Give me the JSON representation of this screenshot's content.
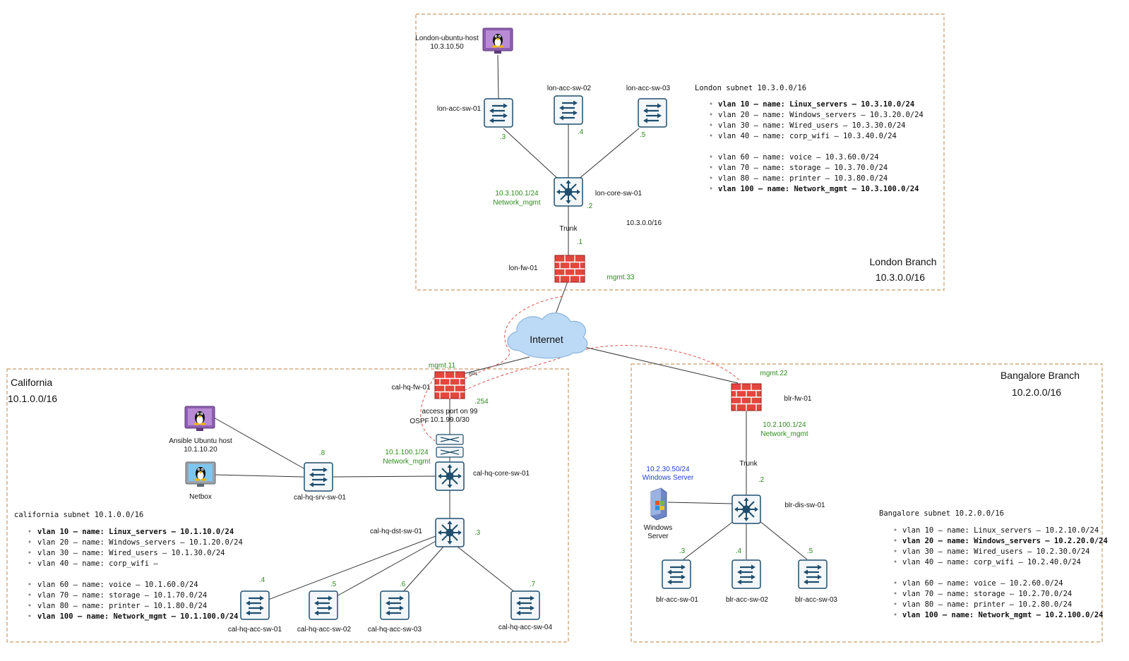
{
  "internet": {
    "label": "Internet"
  },
  "regions": {
    "london": {
      "title": "London Branch",
      "subnet": "10.3.0.0/16"
    },
    "california": {
      "title": "California",
      "subnet": "10.1.0.0/16"
    },
    "bangalore": {
      "title": "Bangalore Branch",
      "subnet": "10.2.0.0/16"
    }
  },
  "london": {
    "host_name": "London-ubuntu-host",
    "host_ip": "10.3.10.50",
    "acc1": "lon-acc-sw-01",
    "acc2": "lon-acc-sw-02",
    "acc3": "lon-acc-sw-03",
    "acc1_ip": ".3",
    "acc2_ip": ".4",
    "acc3_ip": ".5",
    "core": "lon-core-sw-01",
    "core_ip": ".2",
    "mgmt_ip": "10.3.100.1/24",
    "mgmt_name": "Network_mgmt",
    "trunk": "Trunk",
    "fw_ip": ".1",
    "subnet_label": "10.3.0.0/16",
    "fw": "lon-fw-01",
    "fw_mgmt": "mgmt.33",
    "vlan_title": "London subnet 10.3.0.0/16",
    "vlans": [
      {
        "text": "vlan 10 – name: Linux_servers – 10.3.10.0/24",
        "bold": true
      },
      {
        "text": "vlan 20 – name: Windows_servers – 10.3.20.0/24",
        "bold": false
      },
      {
        "text": "vlan 30 – name: Wired_users – 10.3.30.0/24",
        "bold": false
      },
      {
        "text": "vlan 40 – name: corp_wifi – 10.3.40.0/24",
        "bold": false
      },
      {
        "text": "vlan 60 – name: voice – 10.3.60.0/24",
        "bold": false
      },
      {
        "text": "vlan 70 – name: storage – 10.3.70.0/24",
        "bold": false
      },
      {
        "text": "vlan 80 – name: printer – 10.3.80.0/24",
        "bold": false
      },
      {
        "text": "vlan 100 – name: Network_mgmt – 10.3.100.0/24",
        "bold": true
      }
    ]
  },
  "california": {
    "fw_mgmt": "mgmt.11",
    "fw": "cal-hq-fw-01",
    "isp": "ISP1",
    "fw_ip": ".254",
    "access_port": "access port on 99",
    "access_subnet": "10.1.99.0/30",
    "ospf": "OSPF",
    "mgmt_ip": "10.1.100.1/24",
    "mgmt_name": "Network_mgmt",
    "core": "cal-hq-core-sw-01",
    "srv": "cal-hq-srv-sw-01",
    "srv_ip": ".8",
    "ansible_name": "Ansible Ubuntu host",
    "ansible_ip": "10.1.10.20",
    "netbox": "Netbox",
    "dst": "cal-hq-dst-sw-01",
    "dst_ip": ".3",
    "acc1": "cal-hq-acc-sw-01",
    "acc2": "cal-hq-acc-sw-02",
    "acc3": "cal-hq-acc-sw-03",
    "acc4": "cal-hq-acc-sw-04",
    "acc1_ip": ".4",
    "acc2_ip": ".5",
    "acc3_ip": ".6",
    "acc4_ip": ".7",
    "vlan_title": "california subnet 10.1.0.0/16",
    "vlans": [
      {
        "text": "vlan 10 – name: Linux_servers – 10.1.10.0/24",
        "bold": true
      },
      {
        "text": "vlan 20 – name: Windows_servers – 10.1.20.0/24",
        "bold": false
      },
      {
        "text": "vlan 30 – name: Wired_users – 10.1.30.0/24",
        "bold": false
      },
      {
        "text": "vlan 40 – name: corp_wifi –",
        "bold": false
      },
      {
        "text": "vlan 60 – name: voice – 10.1.60.0/24",
        "bold": false
      },
      {
        "text": "vlan 70 – name: storage – 10.1.70.0/24",
        "bold": false
      },
      {
        "text": "vlan 80 – name: printer – 10.1.80.0/24",
        "bold": false
      },
      {
        "text": "vlan 100 – name: Network_mgmt – 10.1.100.0/24",
        "bold": true
      }
    ]
  },
  "bangalore": {
    "fw_mgmt": "mgmt.22",
    "fw": "blr-fw-01",
    "mgmt_ip": "10.2.100.1/24",
    "mgmt_name": "Network_mgmt",
    "trunk": "Trunk",
    "dis_ip": ".2",
    "dis": "blr-dis-sw-01",
    "win_ip": "10.2.30.50/24",
    "win_name": "Windows Server",
    "win_label1": "Windows",
    "win_label2": "Server",
    "acc1": "blr-acc-sw-01",
    "acc2": "blr-acc-sw-02",
    "acc3": "blr-acc-sw-03",
    "acc1_ip": ".3",
    "acc2_ip": ".4",
    "acc3_ip": ".5",
    "vlan_title": "Bangalore subnet 10.2.0.0/16",
    "vlans": [
      {
        "text": "vlan 10 – name: Linux_servers – 10.2.10.0/24",
        "bold": false
      },
      {
        "text": "vlan 20 – name: Windows_servers – 10.2.20.0/24",
        "bold": true
      },
      {
        "text": "vlan 30 – name: Wired_users – 10.2.30.0/24",
        "bold": false
      },
      {
        "text": "vlan 40 – name: corp_wifi – 10.2.40.0/24",
        "bold": false
      },
      {
        "text": "vlan 60 – name: voice – 10.2.60.0/24",
        "bold": false
      },
      {
        "text": "vlan 70 – name: storage – 10.2.70.0/24",
        "bold": false
      },
      {
        "text": "vlan 80 – name: printer – 10.2.80.0/24",
        "bold": false
      },
      {
        "text": "vlan 100 – name: Network_mgmt – 10.2.100.0/24",
        "bold": true
      }
    ]
  },
  "colors": {
    "region_border": "#c79a6b",
    "switch_fill": "#f3f7fa",
    "switch_stroke": "#1f4e6e",
    "firewall": "#e3463d",
    "monitor_purple": "#8e5fb0",
    "monitor_grey": "#9aa3ab",
    "ip_green": "#2e8b1e",
    "ip_blue": "#1f3fd1",
    "link": "#333333",
    "ospf_dash": "#d9554d"
  }
}
